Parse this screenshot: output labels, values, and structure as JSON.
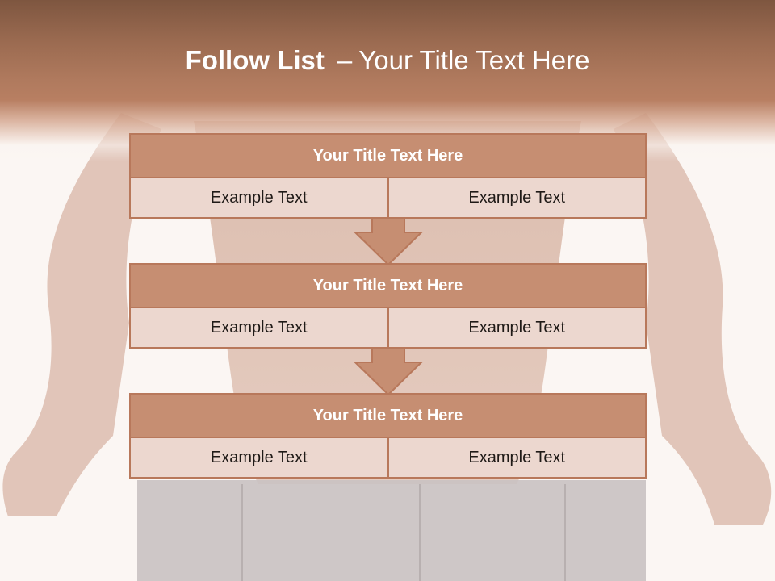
{
  "title": {
    "bold": "Follow List",
    "separator": "–",
    "subtitle": "Your Title Text Here"
  },
  "blocks": [
    {
      "title": "Your Title Text Here",
      "left": "Example Text",
      "right": "Example Text"
    },
    {
      "title": "Your Title Text Here",
      "left": "Example Text",
      "right": "Example Text"
    },
    {
      "title": "Your Title Text Here",
      "left": "Example Text",
      "right": "Example Text"
    }
  ],
  "colors": {
    "header": "#b87f62",
    "block_title": "#c68e72",
    "block_cell": "#ecd7cf",
    "border": "#b8785b"
  }
}
